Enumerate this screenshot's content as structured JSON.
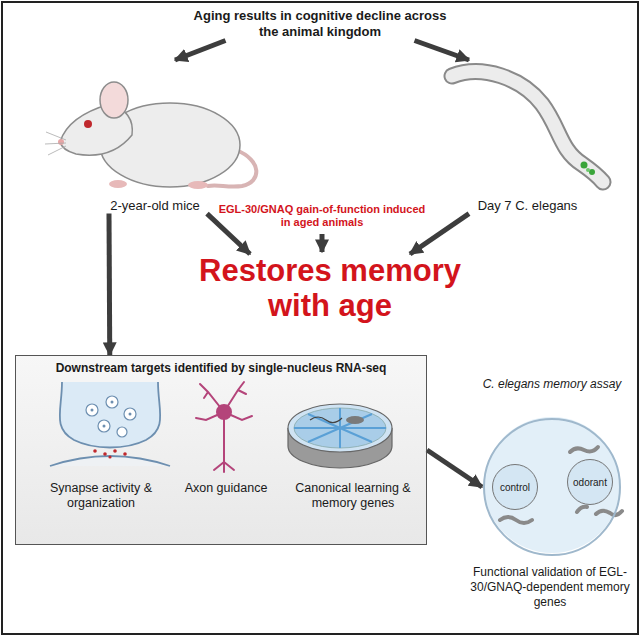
{
  "diagram": {
    "nodes": [
      {
        "text": [
          "Aging results in cognitive decline across the animal kingdom"
        ]
      },
      {
        "text": [
          "2-year-old mice"
        ]
      },
      {
        "text": [
          "Day 7 C. elegans"
        ]
      },
      {
        "text": [
          "Restores memory with age"
        ]
      },
      {
        "text": [
          "Downstream targets identified by single-nucleus RNA-seq"
        ]
      },
      {
        "text": [
          "Synapse activity & organization"
        ],
        "in": 4
      },
      {
        "text": [
          "Axon guidance"
        ],
        "in": 4
      },
      {
        "text": [
          "Canonical learning & memory genes"
        ],
        "in": 4
      },
      {
        "text": [
          "C. elegans memory assay"
        ]
      },
      {
        "text": [
          "control"
        ],
        "in": 8
      },
      {
        "text": [
          "odorant"
        ],
        "in": 8
      }
    ],
    "edges": [
      {
        "from": 0,
        "to": 1,
        "arrow": "to"
      },
      {
        "from": 0,
        "to": 2,
        "arrow": "to"
      },
      {
        "from": 1,
        "to": 3,
        "arrow": "to"
      },
      {
        "from": 2,
        "to": 3,
        "arrow": "to"
      },
      {
        "from": 1,
        "to": 4,
        "arrow": "to"
      },
      {
        "from": 4,
        "to": 8,
        "arrow": "to"
      }
    ],
    "labels": [
      "EGL-30/GNAQ gain-of-function induced in aged animals",
      "Functional validation of EGL-30/GNAQ-dependent memory genes"
    ]
  }
}
